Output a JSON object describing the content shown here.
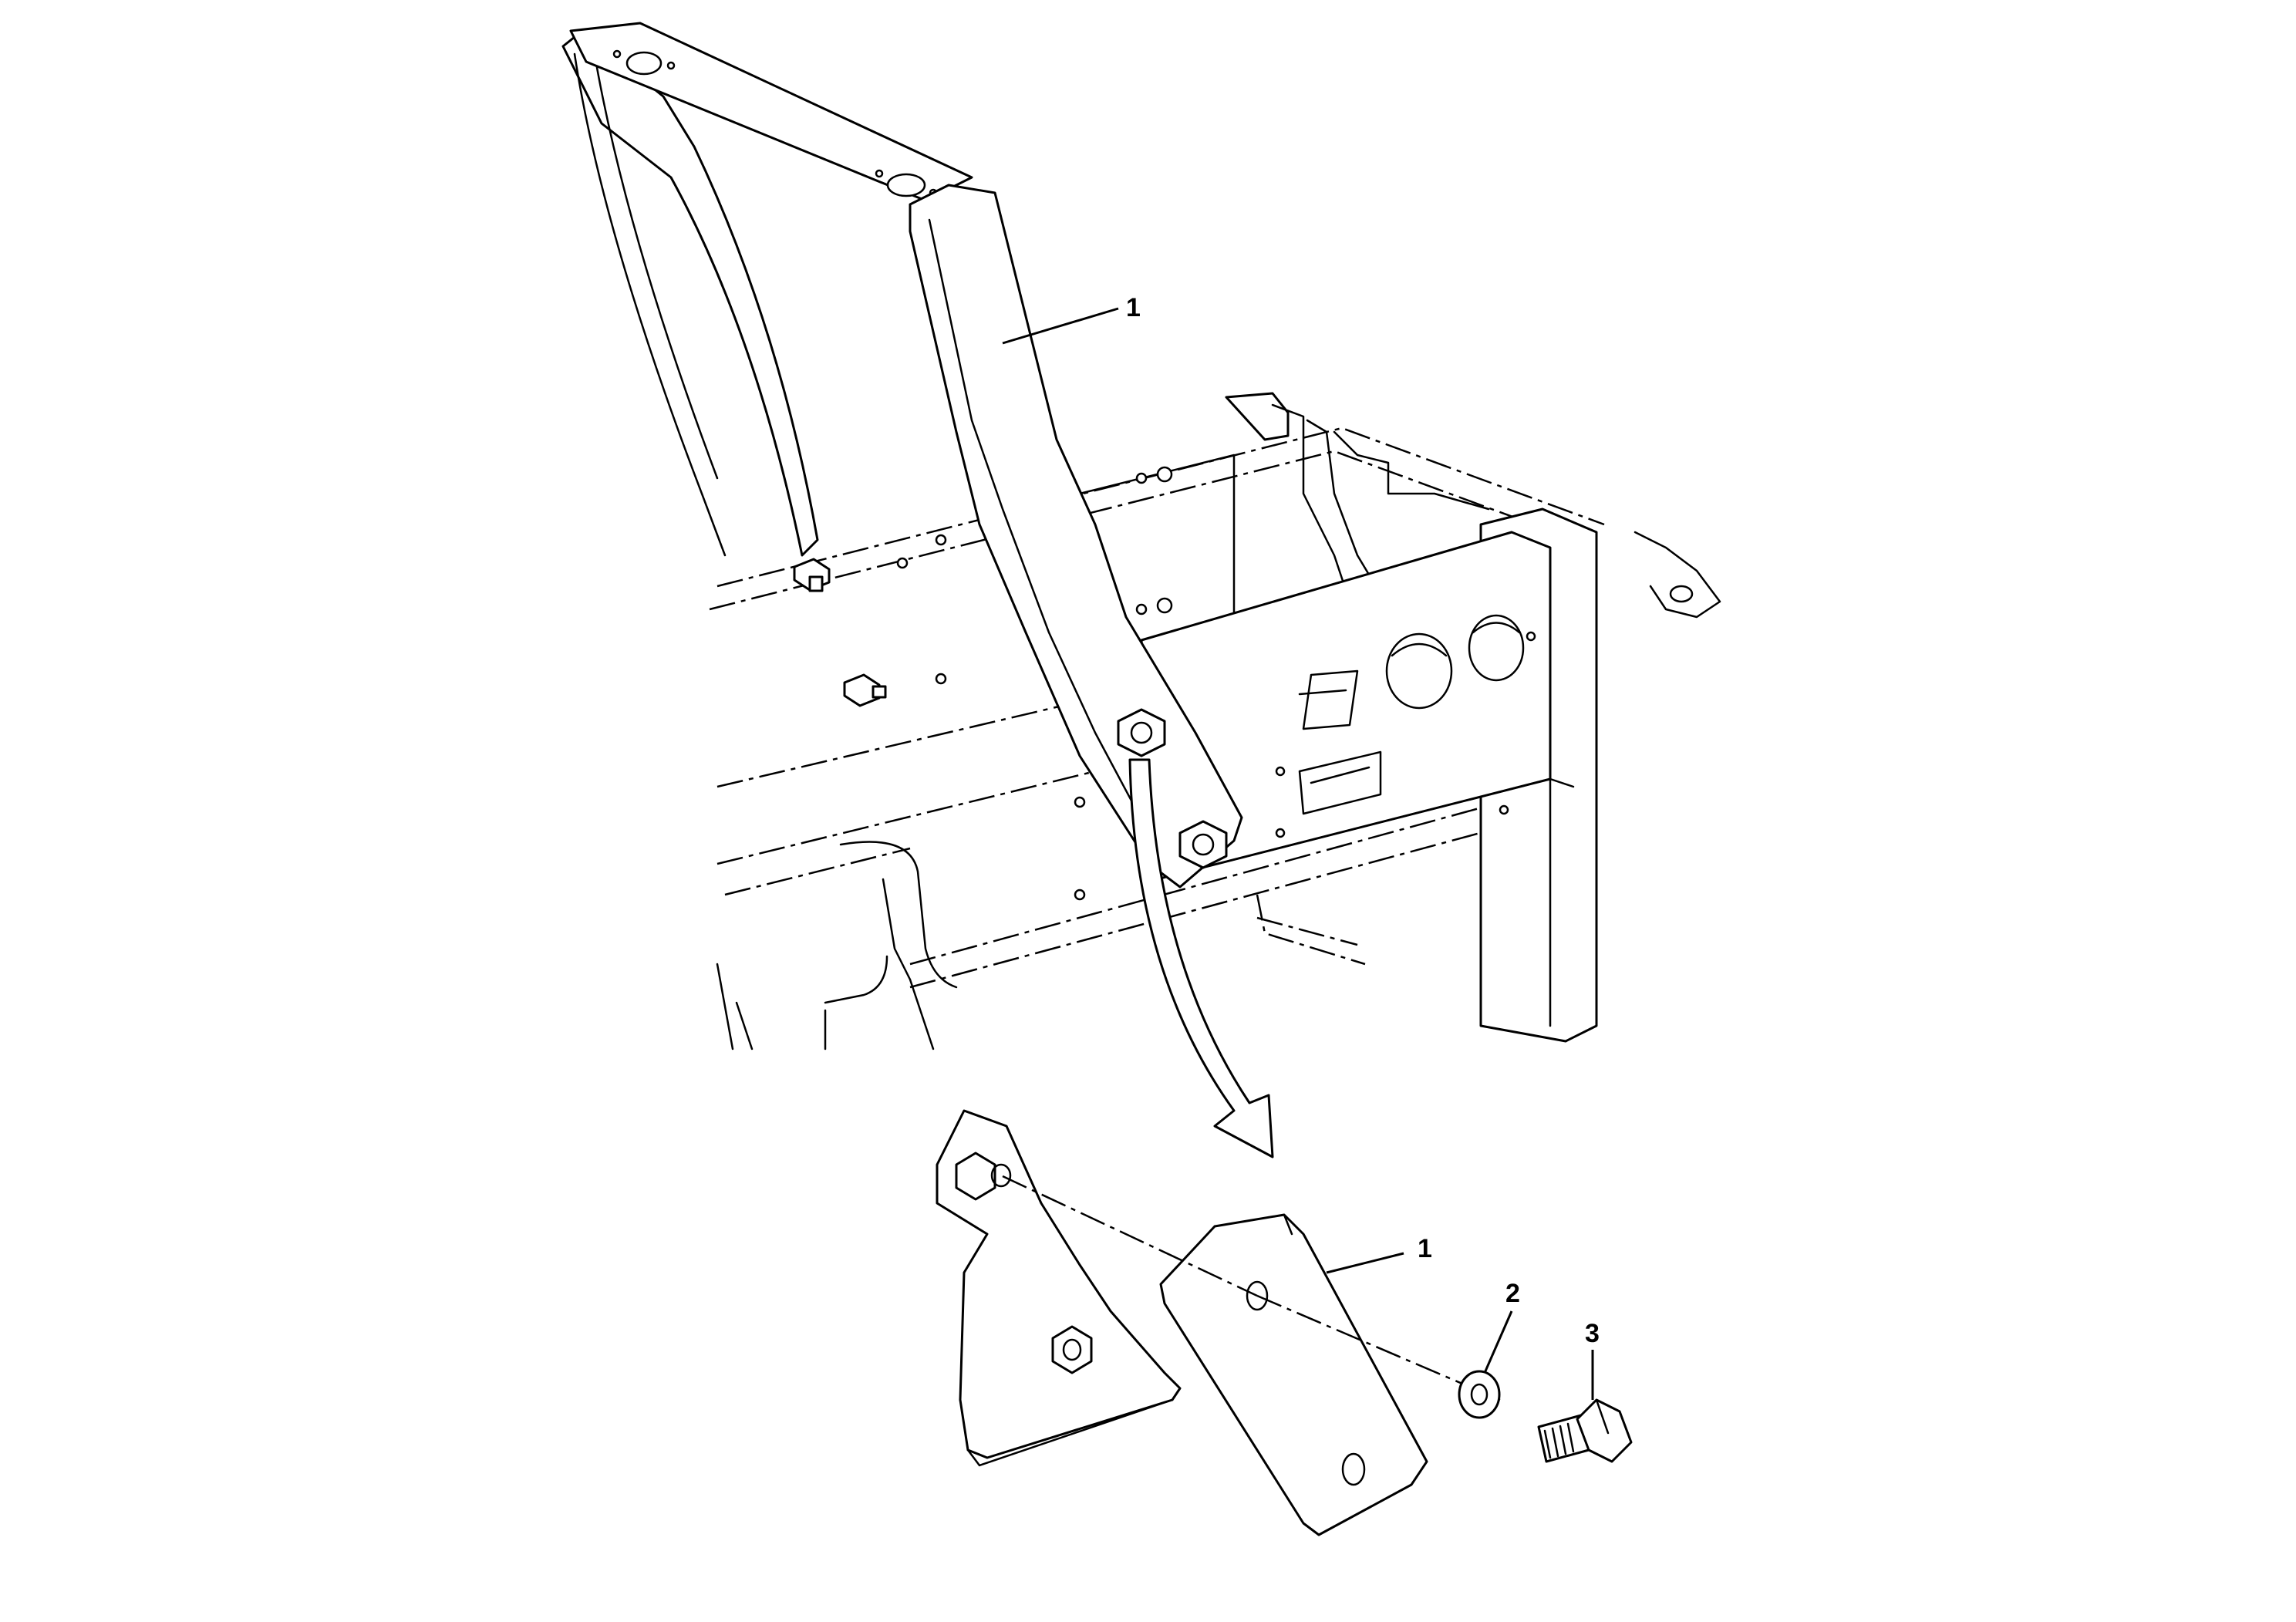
{
  "callouts": {
    "upper_frame": "1",
    "bracket": "1",
    "washer": "2",
    "bolt": "3"
  },
  "colors": {
    "line": "#000000",
    "background": "#ffffff"
  }
}
